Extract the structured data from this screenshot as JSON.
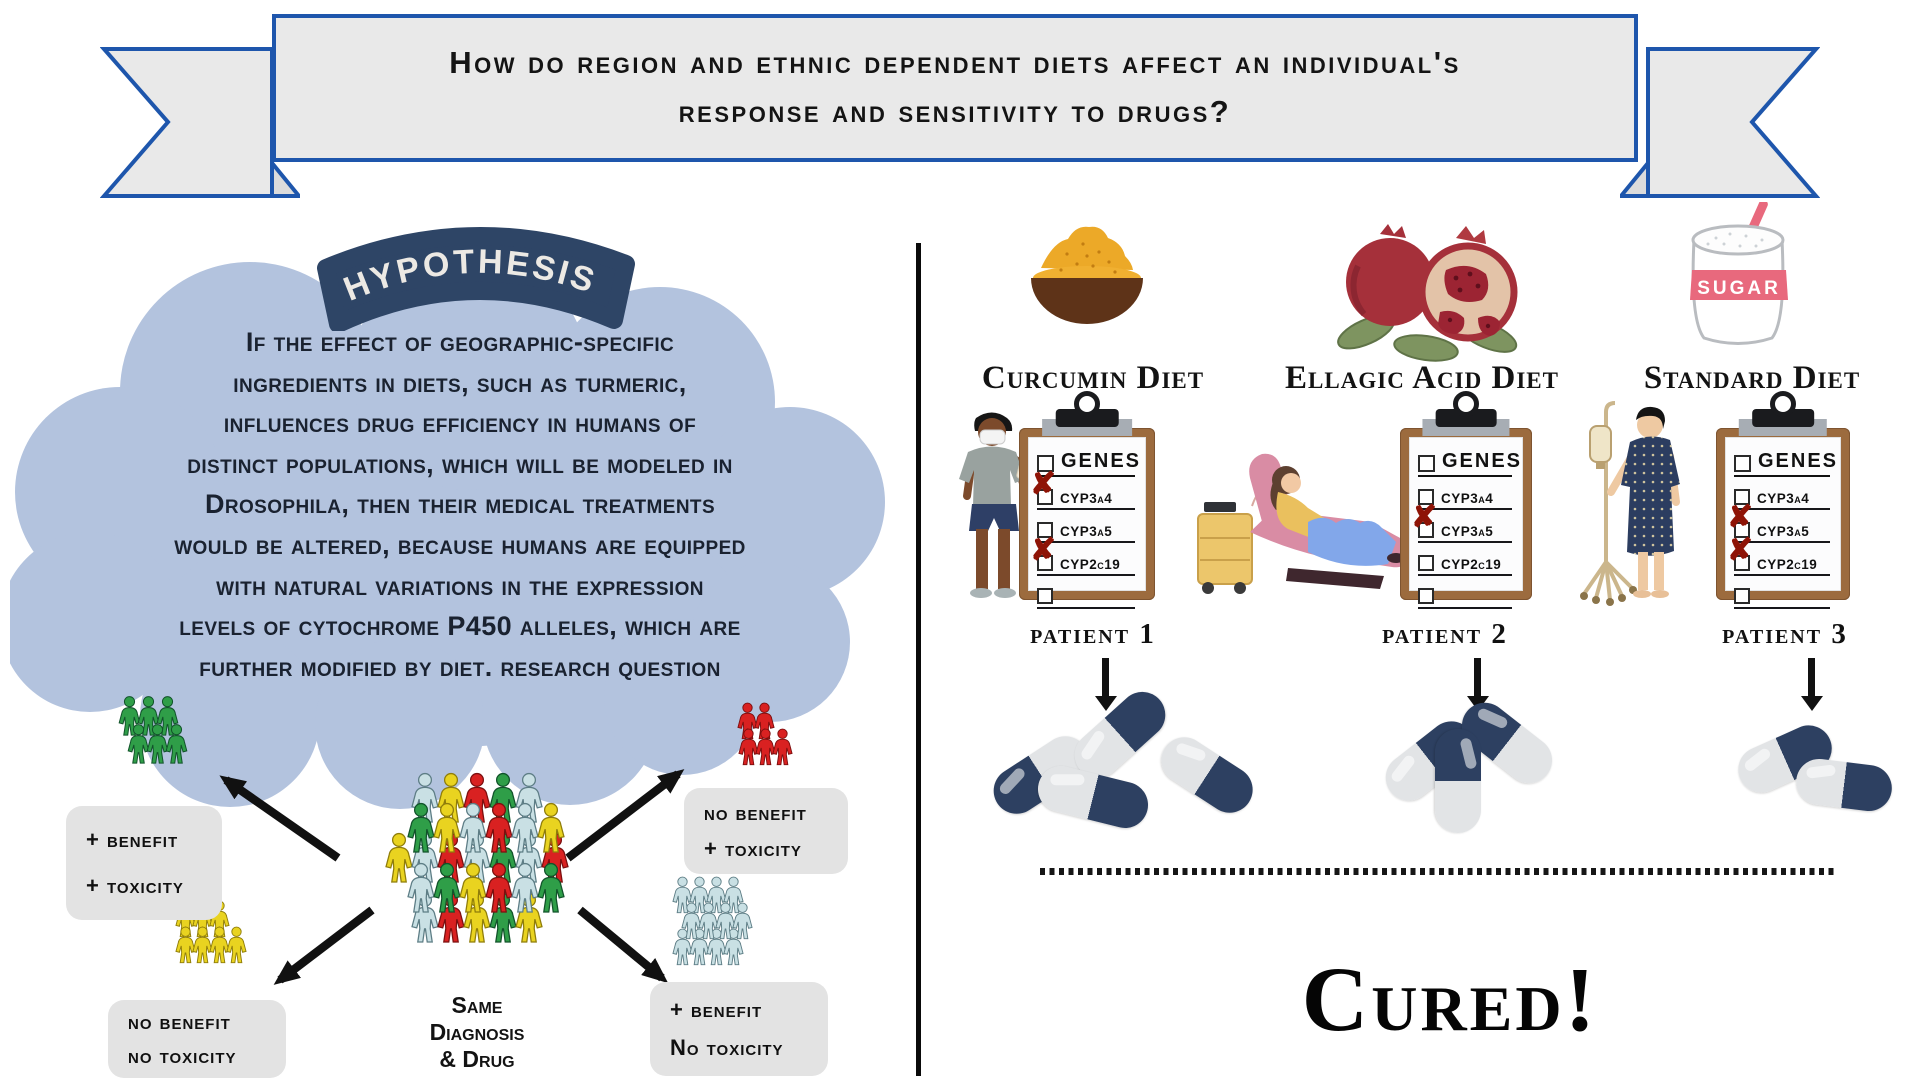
{
  "banner": {
    "line1": "How do region and ethnic dependent diets affect an individual's",
    "line2": "response and sensitivity to drugs?"
  },
  "hypothesis": {
    "badge": "HYPOTHESIS",
    "lines": [
      "If the effect of geographic-specific",
      "ingredients in diets, such as turmeric,",
      "influences drug efficiency in humans of",
      "distinct populations, which will be modeled in",
      "Drosophila, then their medical treatments",
      "would be altered, because humans are equipped",
      "with natural variations in the expression",
      "levels of cytochrome P450 alleles, which are",
      "further modified by diet. research question"
    ]
  },
  "outcomes": {
    "center": [
      "Same",
      "Diagnosis",
      "& Drug"
    ],
    "boxes": {
      "top_left": [
        "+ benefit",
        "+ toxicity"
      ],
      "top_right": [
        "no benefit",
        "+ toxicity"
      ],
      "bottom_left": [
        "no benefit",
        "no toxicity"
      ],
      "bottom_right": [
        "+ benefit",
        "No toxicity"
      ]
    }
  },
  "people": {
    "palette": {
      "g": {
        "fill": "#2f9e48",
        "stroke": "#11532a"
      },
      "r": {
        "fill": "#d92121",
        "stroke": "#7c0f0f"
      },
      "y": {
        "fill": "#e9d320",
        "stroke": "#8f7d0a"
      },
      "b": {
        "fill": "#c9e0e4",
        "stroke": "#5d7d85"
      }
    },
    "groups": {
      "green": {
        "key": "g",
        "rows": [
          3,
          3
        ]
      },
      "red": {
        "key": "r",
        "rows": [
          2,
          3
        ]
      },
      "yellow": {
        "key": "y",
        "rows": [
          3,
          4
        ]
      },
      "blue": {
        "key": "b",
        "rows": [
          4,
          4,
          4
        ]
      }
    },
    "crowd_rows": [
      "byrgb",
      "gybrby",
      "ybrbgbr",
      "bgyrbg",
      "brygy"
    ]
  },
  "experiment": {
    "columns": [
      {
        "diet_label": "Curcumin Diet",
        "patient_label": "patient 1",
        "gene_checks": [
          true,
          false,
          true
        ],
        "pill_count": 4
      },
      {
        "diet_label": "Ellagic Acid Diet",
        "patient_label": "patient 2",
        "gene_checks": [
          false,
          true,
          false
        ],
        "pill_count": 3
      },
      {
        "diet_label": "Standard Diet",
        "patient_label": "patient 3",
        "gene_checks": [
          false,
          true,
          true
        ],
        "pill_count": 2
      }
    ],
    "clipboard": {
      "header": "GENES",
      "genes": [
        "CYP3a4",
        "CYP3a5",
        "CYP2c19"
      ],
      "x_mark": "✘"
    },
    "sugar_label": "SUGAR",
    "cured_label": "Cured!"
  },
  "colors": {
    "banner_border": "#1e56ac",
    "banner_bg": "#e9e9e9",
    "cloud": "#b3c3de",
    "badge": "#2e4566",
    "capsule_navy": "#2d4061",
    "check_x": "#8e1306",
    "label_box": "#e3e3e3"
  }
}
